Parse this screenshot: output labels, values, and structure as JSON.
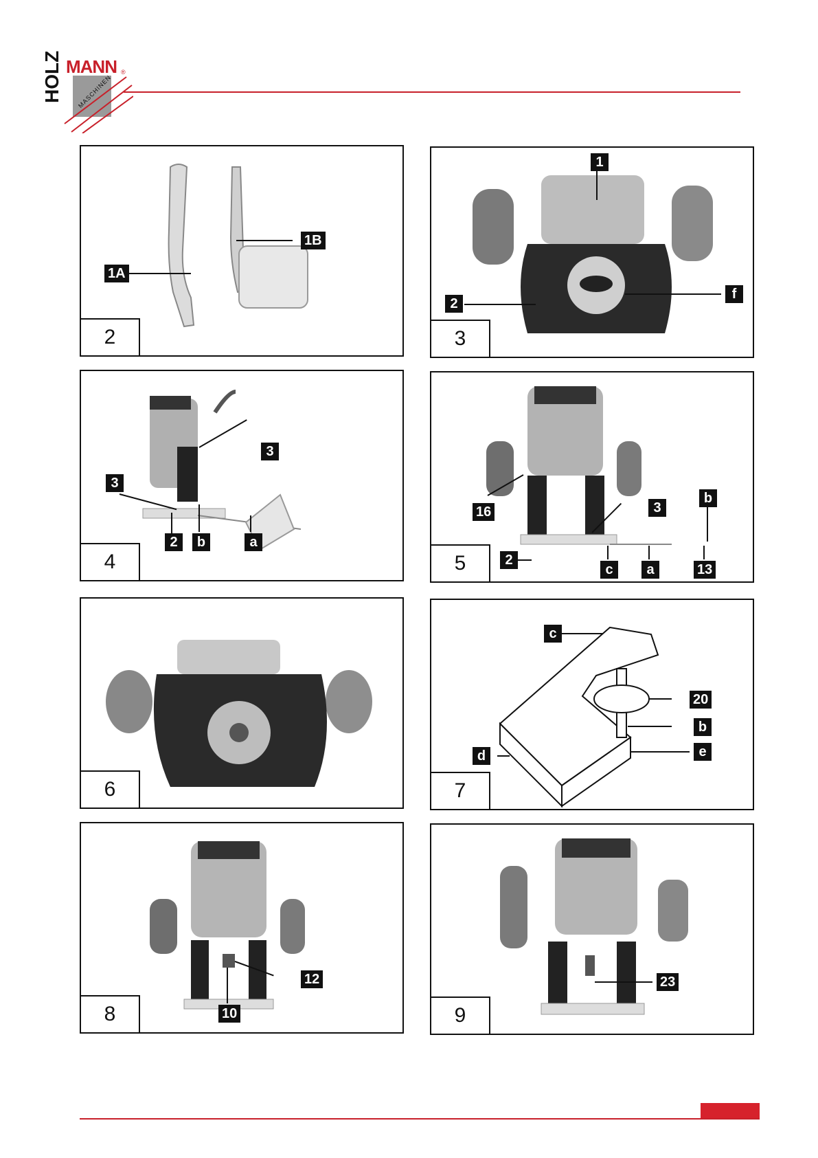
{
  "brand": {
    "name_top": "MANN",
    "name_side": "HOLZ",
    "sub": "MASCHINEN",
    "registered": "®"
  },
  "colors": {
    "accent": "#c8202a",
    "footer_tab": "#d6222c",
    "border": "#111111"
  },
  "figures": [
    {
      "number": "2",
      "callouts": [
        "1A",
        "1B"
      ]
    },
    {
      "number": "3",
      "callouts": [
        "1",
        "2",
        "f"
      ]
    },
    {
      "number": "4",
      "callouts": [
        "3",
        "3",
        "2",
        "b",
        "a"
      ]
    },
    {
      "number": "5",
      "callouts": [
        "16",
        "3",
        "b",
        "2",
        "c",
        "a",
        "13"
      ]
    },
    {
      "number": "6",
      "callouts": []
    },
    {
      "number": "7",
      "callouts": [
        "c",
        "20",
        "b",
        "d",
        "e"
      ]
    },
    {
      "number": "8",
      "callouts": [
        "12",
        "10"
      ]
    },
    {
      "number": "9",
      "callouts": [
        "23"
      ]
    }
  ]
}
